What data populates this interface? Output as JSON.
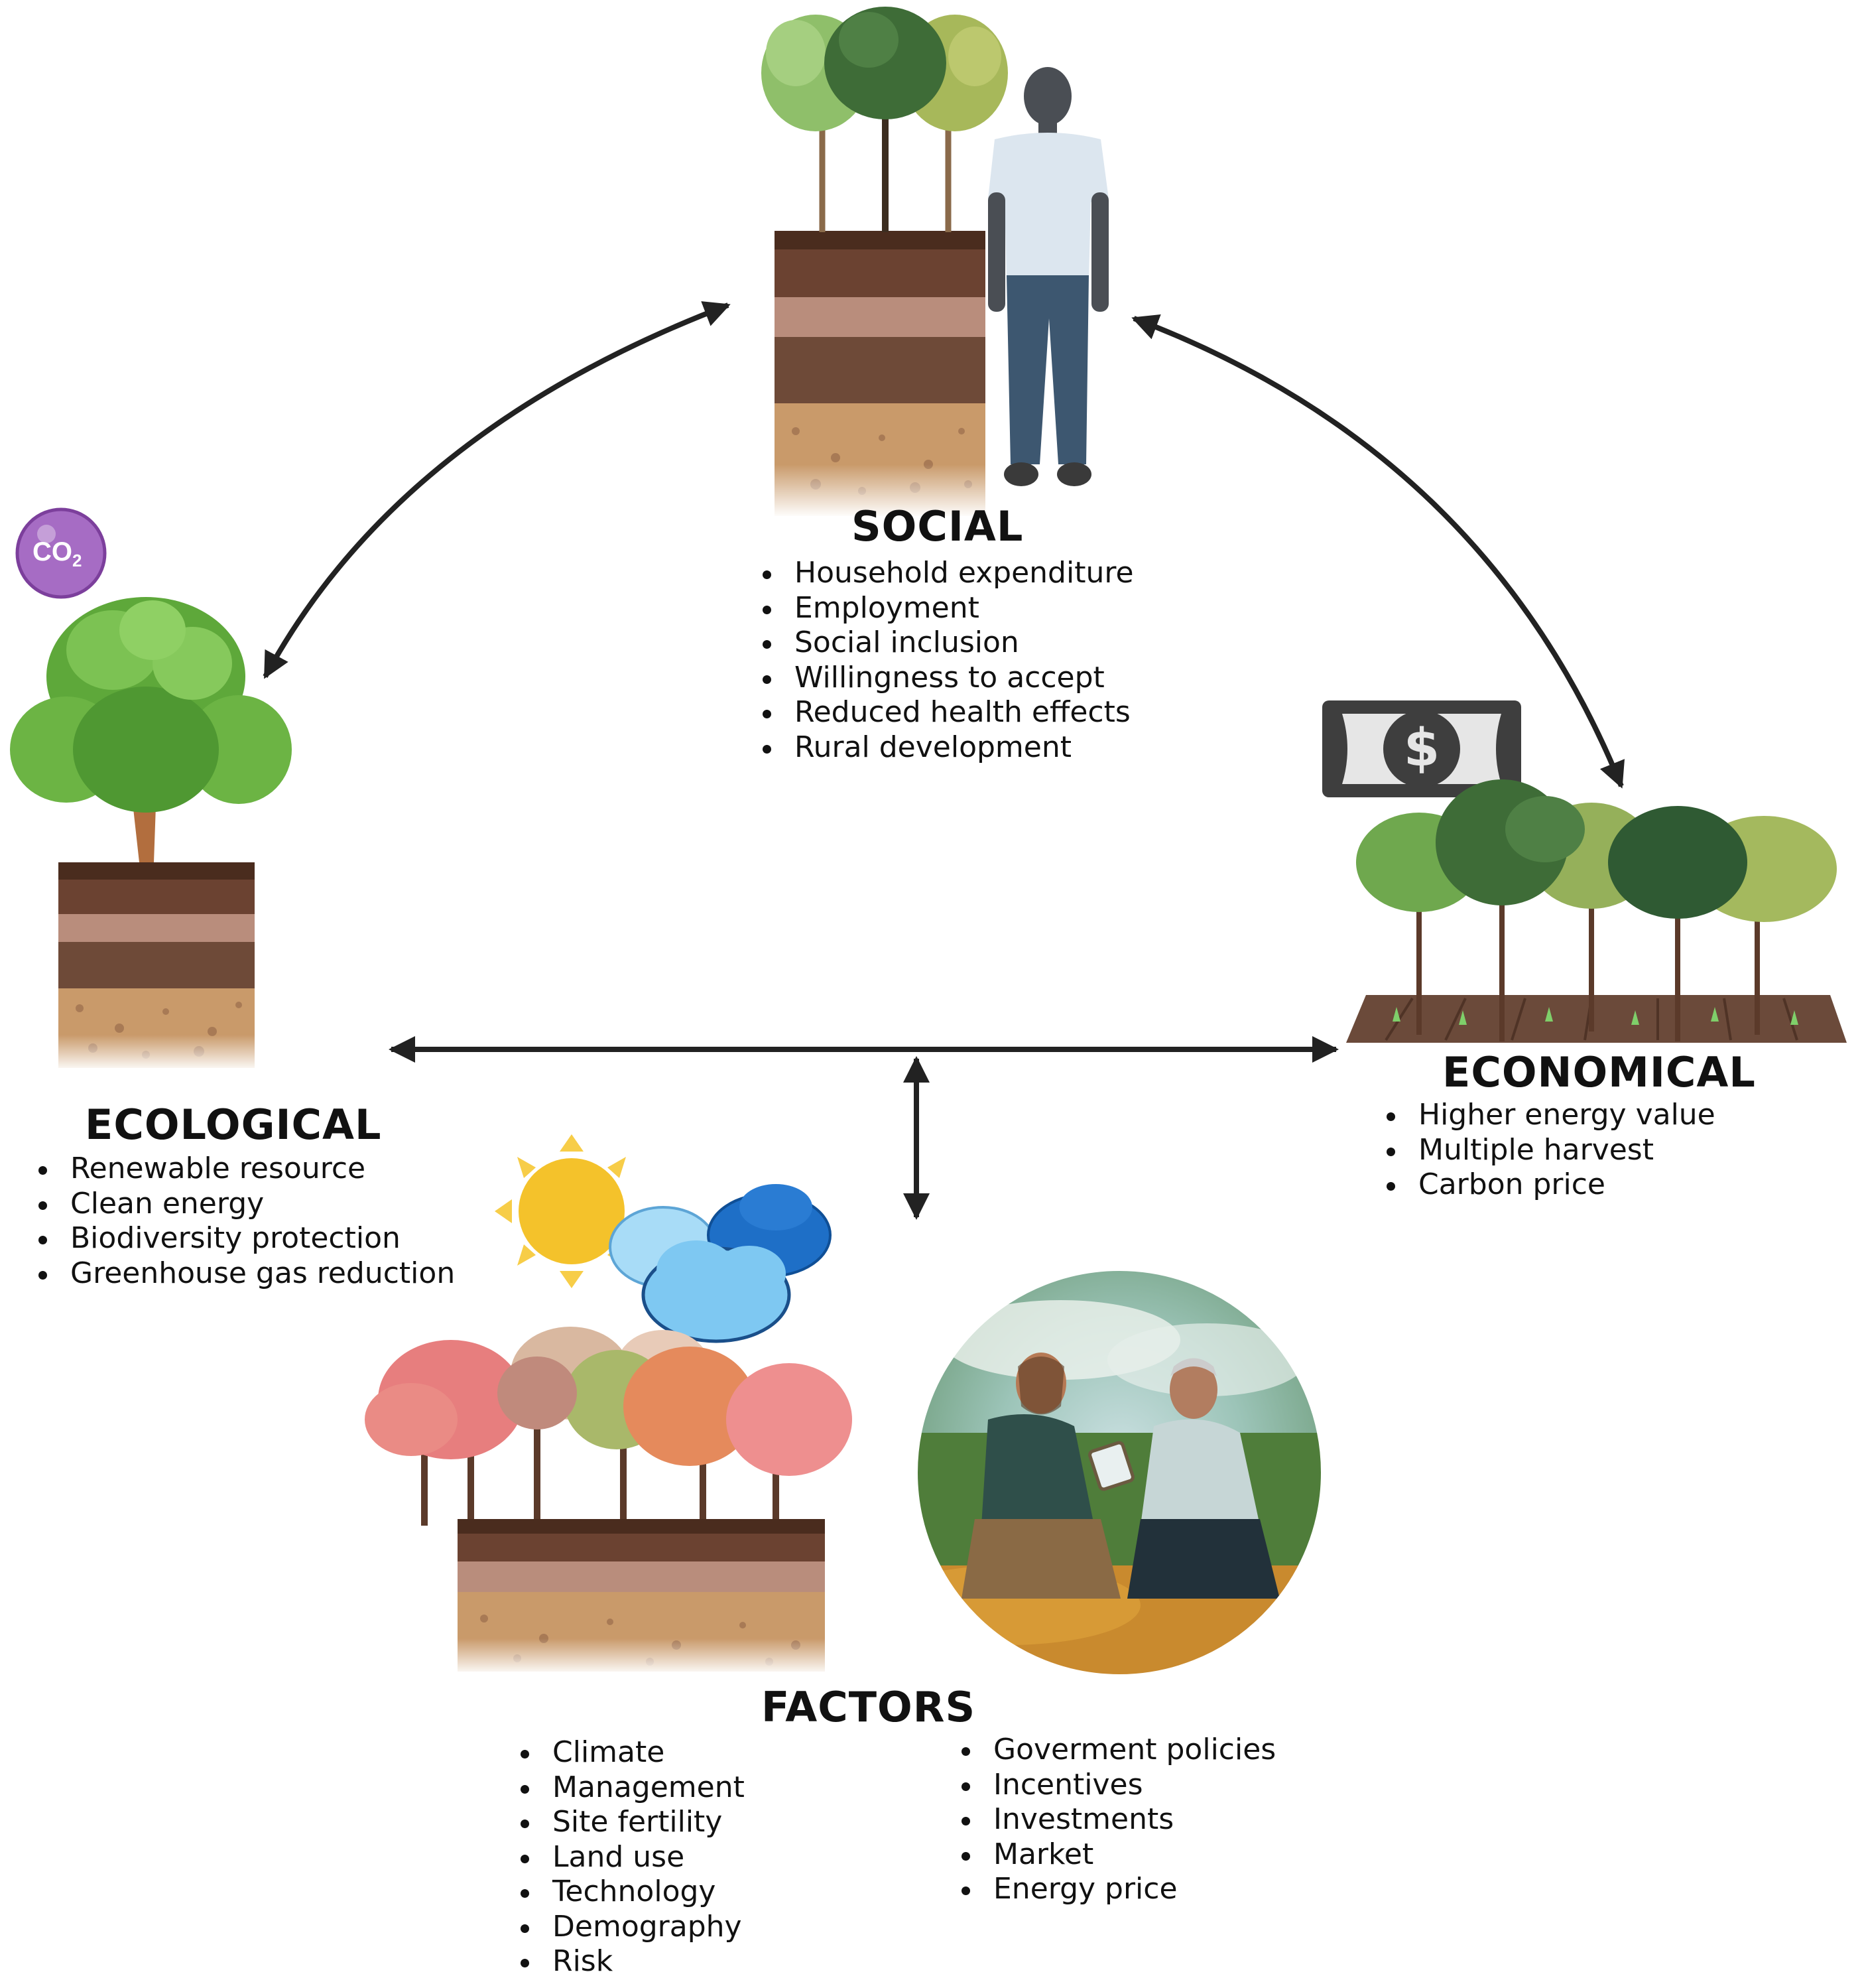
{
  "social": {
    "title": "SOCIAL",
    "items": [
      "Household expenditure",
      "Employment",
      "Social inclusion",
      "Willingness to accept",
      "Reduced health effects",
      "Rural development"
    ]
  },
  "ecological": {
    "title": "ECOLOGICAL",
    "items": [
      "Renewable resource",
      "Clean energy",
      "Biodiversity protection",
      "Greenhouse gas reduction"
    ],
    "co2_badge": "CO2"
  },
  "economical": {
    "title": "ECONOMICAL",
    "items": [
      "Higher energy value",
      "Multiple harvest",
      "Carbon price"
    ],
    "currency_symbol": "$"
  },
  "factors": {
    "title": "FACTORS",
    "left_items": [
      "Climate",
      "Management",
      "Site fertility",
      "Land use",
      "Technology",
      "Demography",
      "Risk"
    ],
    "right_items": [
      "Goverment policies",
      "Incentives",
      "Investments",
      "Market",
      "Energy price"
    ]
  },
  "colors": {
    "arrow": "#222222",
    "soil_top": "#4a2c1e",
    "soil_layer_2": "#6b4231",
    "soil_layer_3": "#b98d7c",
    "soil_layer_4": "#6e4a38",
    "soil_layer_5": "#c99a6a",
    "tree_green": "#5ea83a",
    "sun": "#f4c22b",
    "cloud_light": "#7ec8f2",
    "cloud_dark": "#1e6fc7",
    "co2_purple": "#a66cc4",
    "money_gray": "#3e3e3e"
  },
  "icons": [
    "co2-bubble-icon",
    "dollar-bill-icon",
    "sun-icon",
    "cloud-icon",
    "person-icon",
    "tree-icon"
  ]
}
